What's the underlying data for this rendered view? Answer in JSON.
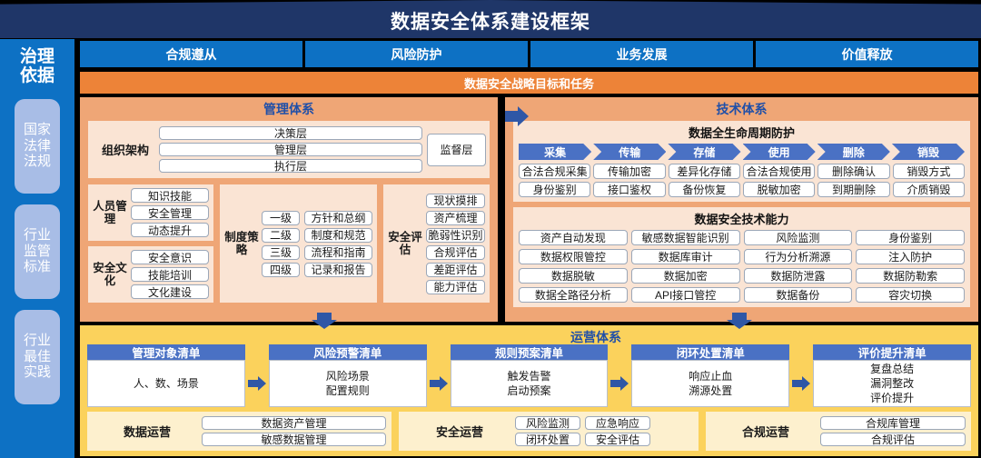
{
  "title": "数据安全体系建设框架",
  "sidebar": {
    "title": "治理\n依据",
    "title_line1": "治理",
    "title_line2": "依据",
    "pills": [
      {
        "label": "国家法律法规"
      },
      {
        "label": "行业监管标准"
      },
      {
        "label": "行业最佳实践"
      }
    ]
  },
  "tabs": [
    {
      "label": "合规遵从"
    },
    {
      "label": "风险防护"
    },
    {
      "label": "业务发展"
    },
    {
      "label": "价值释放"
    }
  ],
  "strategy_bar": "数据安全战略目标和任务",
  "management": {
    "title": "管理体系",
    "org": {
      "label": "组织架构",
      "top": "决策层",
      "middle": "管理层",
      "bottom": "执行层",
      "side": "监督层"
    },
    "personnel": {
      "label": "人员管理",
      "items": [
        "知识技能",
        "安全管理",
        "动态提升"
      ]
    },
    "culture": {
      "label": "安全文化",
      "items": [
        "安全意识",
        "技能培训",
        "文化建设"
      ]
    },
    "policy": {
      "label": "制度策略",
      "rows": [
        {
          "level": "一级",
          "name": "方针和总纲"
        },
        {
          "level": "二级",
          "name": "制度和规范"
        },
        {
          "level": "三级",
          "name": "流程和指南"
        },
        {
          "level": "四级",
          "name": "记录和报告"
        }
      ]
    },
    "assessment": {
      "label": "安全评估",
      "items": [
        "现状摸排",
        "资产梳理",
        "脆弱性识别",
        "合规评估",
        "差距评估",
        "能力评估"
      ]
    }
  },
  "technical": {
    "title": "技术体系",
    "lifecycle": {
      "title": "数据全生命周期防护",
      "stages": [
        "采集",
        "传输",
        "存储",
        "使用",
        "删除",
        "销毁"
      ],
      "row1": [
        "合法合规采集",
        "传输加密",
        "差异化存储",
        "合法合规使用",
        "删除确认",
        "销毁方式"
      ],
      "row2": [
        "身份鉴别",
        "接口鉴权",
        "备份恢复",
        "脱敏加密",
        "到期删除",
        "介质销毁"
      ]
    },
    "capability": {
      "title": "数据安全技术能力",
      "items": [
        "资产自动发现",
        "敏感数据智能识别",
        "风险监测",
        "身份鉴别",
        "数据权限管控",
        "数据库审计",
        "行为分析溯源",
        "注入防护",
        "数据脱敏",
        "数据加密",
        "数据防泄露",
        "数据防勒索",
        "数据全路径分析",
        "API接口管控",
        "数据备份",
        "容灾切换"
      ]
    }
  },
  "operations": {
    "title": "运营体系",
    "flow": [
      {
        "header": "管理对象清单",
        "body": "人、数、场景"
      },
      {
        "header": "风险预警清单",
        "body": "风险场景\n配置规则"
      },
      {
        "header": "规则预案清单",
        "body": "触发告警\n启动预案"
      },
      {
        "header": "闭环处置清单",
        "body": "响应止血\n溯源处置"
      },
      {
        "header": "评价提升清单",
        "body": "复盘总结\n漏洞整改\n评价提升"
      }
    ],
    "groups": [
      {
        "label": "数据运营",
        "rows": [
          [
            "数据资产管理"
          ],
          [
            "敏感数据管理"
          ]
        ]
      },
      {
        "label": "安全运营",
        "rows": [
          [
            "风险监测",
            "应急响应"
          ],
          [
            "闭环处置",
            "安全评估"
          ]
        ]
      },
      {
        "label": "合规运营",
        "rows": [
          [
            "合规库管理"
          ],
          [
            "合规评估"
          ]
        ]
      }
    ]
  },
  "colors": {
    "title_bar": "#1F3668",
    "sidebar": "#0D71C4",
    "tab": "#0D71C4",
    "strategy": "#ED8338",
    "panel": "#EFA676",
    "card": "#FAE4D4",
    "ops": "#FBD25C",
    "ops_card": "#FDF0CE",
    "accent_blue": "#4A71C4",
    "heading_blue": "#1F4FA8"
  },
  "icons": {
    "arrow_right": "arrow-right-icon",
    "arrow_down": "arrow-down-icon"
  }
}
